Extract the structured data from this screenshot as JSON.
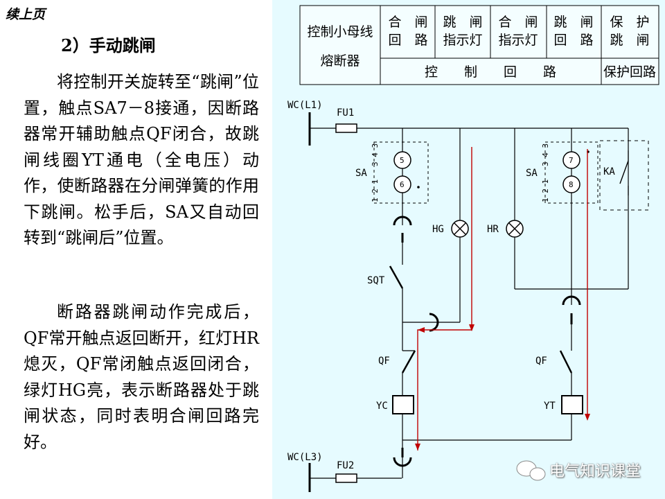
{
  "left": {
    "continued": "续上页",
    "heading": "2）手动跳闸",
    "para1": "将控制开关旋转至“跳闸”位置，触点SA7－8接通，因断路器常开辅助触点QF闭合，故跳闸线圈YT通电（全电压）动作，使断路器在分闸弹簧的作用下跳闸。松手后，SA又自动回转到“跳闸后”位置。",
    "para2": "断路器跳闸动作完成后，QF常开触点返回断开，红灯HR熄灭，QF常闭触点返回闭合，绿灯HG亮，表示断路器处于跳闸状态，同时表明合闸回路完好。"
  },
  "table": {
    "col1_line1": "控制小母线",
    "col1_line2": "熔断器",
    "c2_line1": "合　闸",
    "c2_line2": "回　路",
    "c3_line1": "跳　闸",
    "c3_line2": "指示灯",
    "c4_line1": "合　闸",
    "c4_line2": "指示灯",
    "c5_line1": "跳　闸",
    "c5_line2": "回　路",
    "c6_line1": "保　护",
    "c6_line2": "跳　闸",
    "control_circuit": "控　　制　　回　　路",
    "protection_circuit": "保护回路"
  },
  "circuit": {
    "bus_top": "WC(L1)",
    "bus_bottom": "WC(L3)",
    "fuse1": "FU1",
    "fuse2": "FU2",
    "sa_left": "SA",
    "sa_right": "SA",
    "contact5": "5",
    "contact6": "6",
    "contact7": "7",
    "contact8": "8",
    "pos_left_top": "3 4 3",
    "pos_left_bot": "1 2 1",
    "pos_right_top": "3 4 3",
    "pos_right_bot": "1 2 1",
    "ka": "KA",
    "hg": "HG",
    "hr": "HR",
    "sqt": "SQT",
    "qf_left": "QF",
    "qf_right": "QF",
    "yc": "YC",
    "yt": "YT",
    "current_color": "#c00000"
  },
  "watermark": "电气知识课堂"
}
